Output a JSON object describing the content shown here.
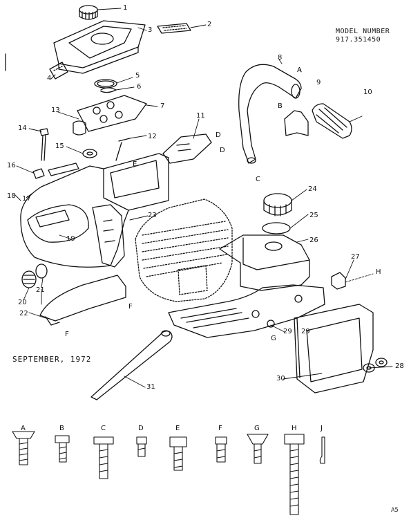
{
  "model": {
    "line1": "MODEL NUMBER",
    "line2": "917.351450"
  },
  "date": "SEPTEMBER, 1972",
  "page_id": "A5",
  "callouts": [
    "1",
    "2",
    "3",
    "4",
    "5",
    "6",
    "7",
    "8",
    "9",
    "10",
    "11",
    "12",
    "13",
    "14",
    "15",
    "16",
    "17",
    "18",
    "19",
    "20",
    "21",
    "22",
    "23",
    "24",
    "25",
    "26",
    "27",
    "28",
    "29",
    "29",
    "30",
    "31"
  ],
  "letter_marks": [
    "A",
    "B",
    "C",
    "D",
    "D",
    "E",
    "F",
    "F",
    "G",
    "H"
  ],
  "hardware": [
    "A",
    "B",
    "C",
    "D",
    "E",
    "F",
    "G",
    "H",
    "J"
  ],
  "colors": {
    "ink": "#111111",
    "paper": "#ffffff"
  }
}
